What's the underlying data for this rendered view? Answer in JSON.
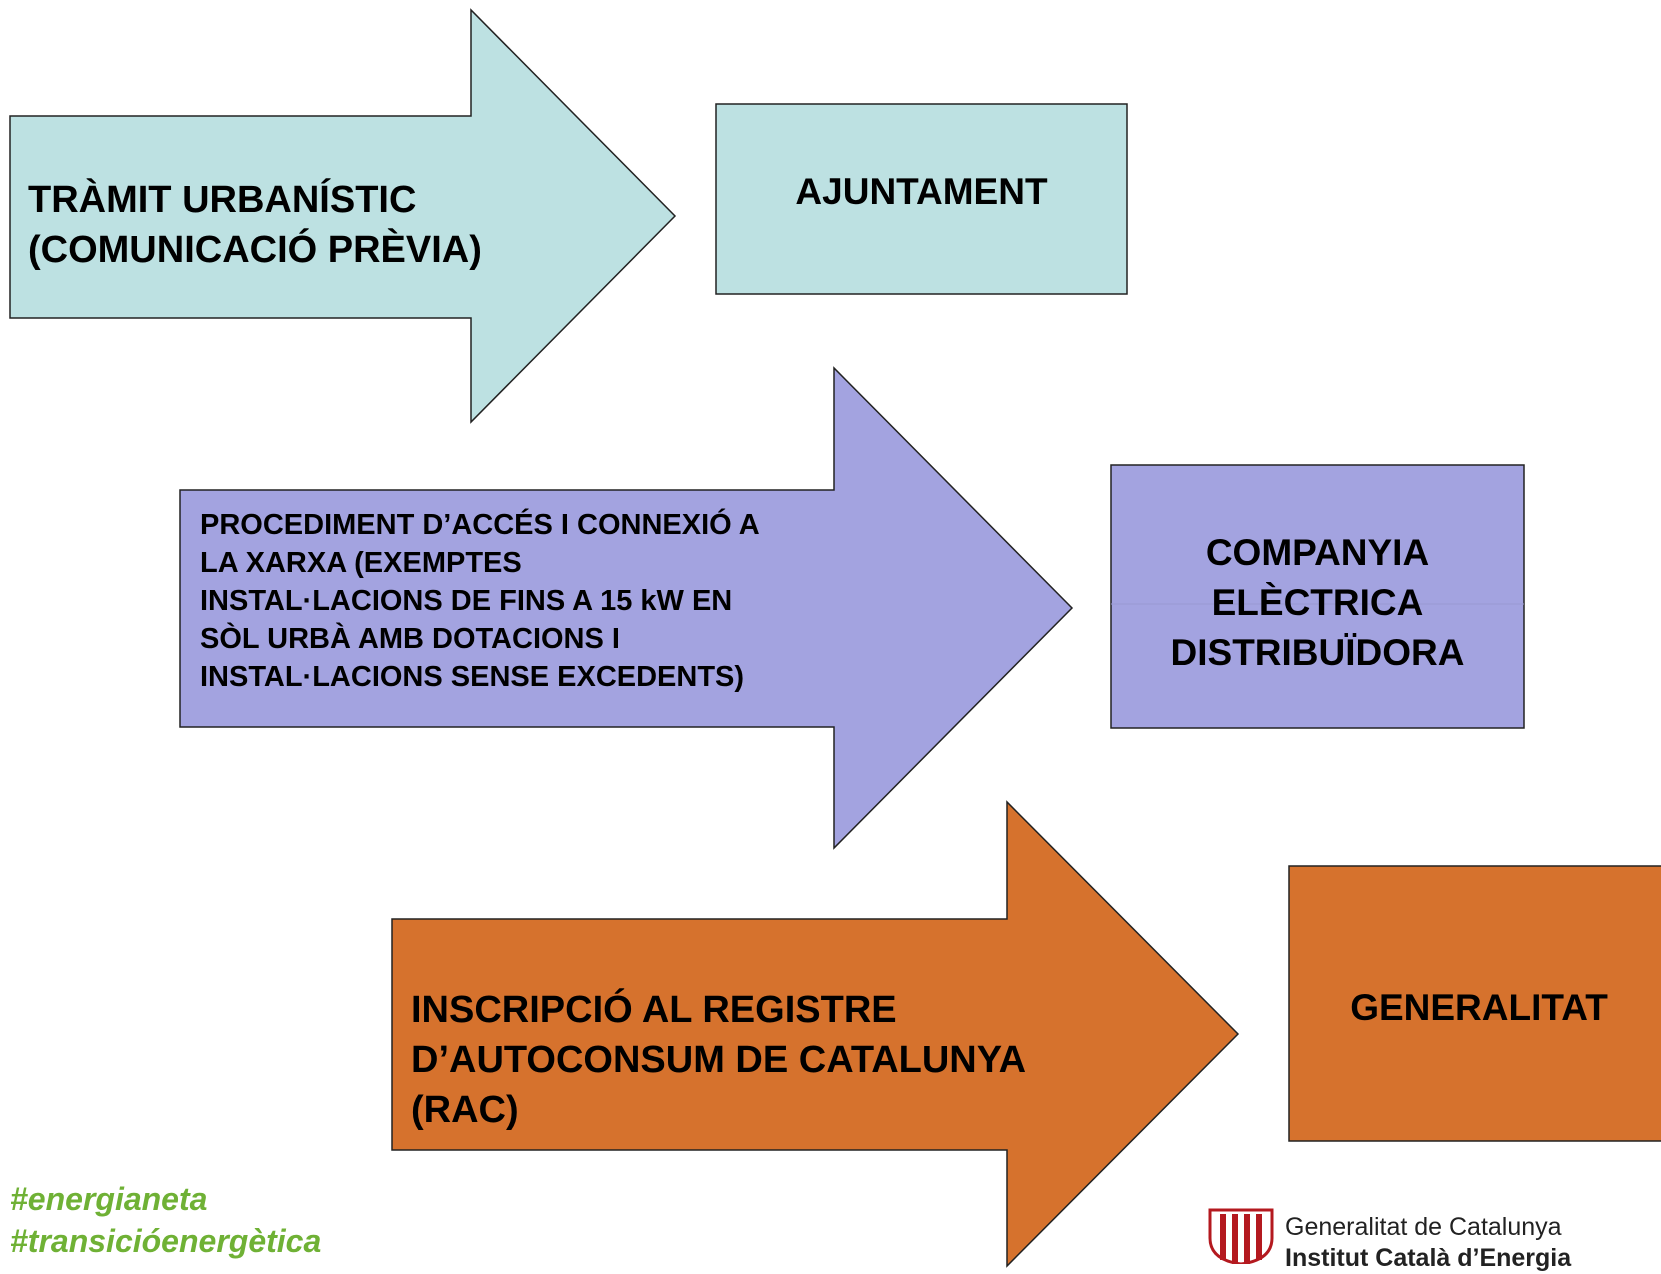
{
  "rows": [
    {
      "arrow_text": "TRÀMIT URBANÍSTIC\n(COMUNICACIÓ PRÈVIA)",
      "box_text": "AJUNTAMENT",
      "color": "#bde1e2"
    },
    {
      "arrow_text": "PROCEDIMENT D’ACCÉS I CONNEXIÓ A\nLA XARXA (EXEMPTES\nINSTAL·LACIONS DE FINS A 15 kW EN\nSÒL URBÀ AMB DOTACIONS I\nINSTAL·LACIONS SENSE EXCEDENTS)",
      "box_text": "COMPANYIA\nELÈCTRICA\nDISTRIBUÏDORA",
      "color": "#a3a3e0"
    },
    {
      "arrow_text": "INSCRIPCIÓ AL REGISTRE\nD’AUTOCONSUM DE CATALUNYA\n(RAC)",
      "box_text": "GENERALITAT",
      "color": "#d6722d"
    }
  ],
  "hashtags": [
    "#energianeta",
    "#transicióenergètica"
  ],
  "hashtag_color": "#6fb135",
  "logo": {
    "line1": "Generalitat de Catalunya",
    "line2": "Institut Català d’Energia",
    "icon": "senyera-shield-icon"
  }
}
